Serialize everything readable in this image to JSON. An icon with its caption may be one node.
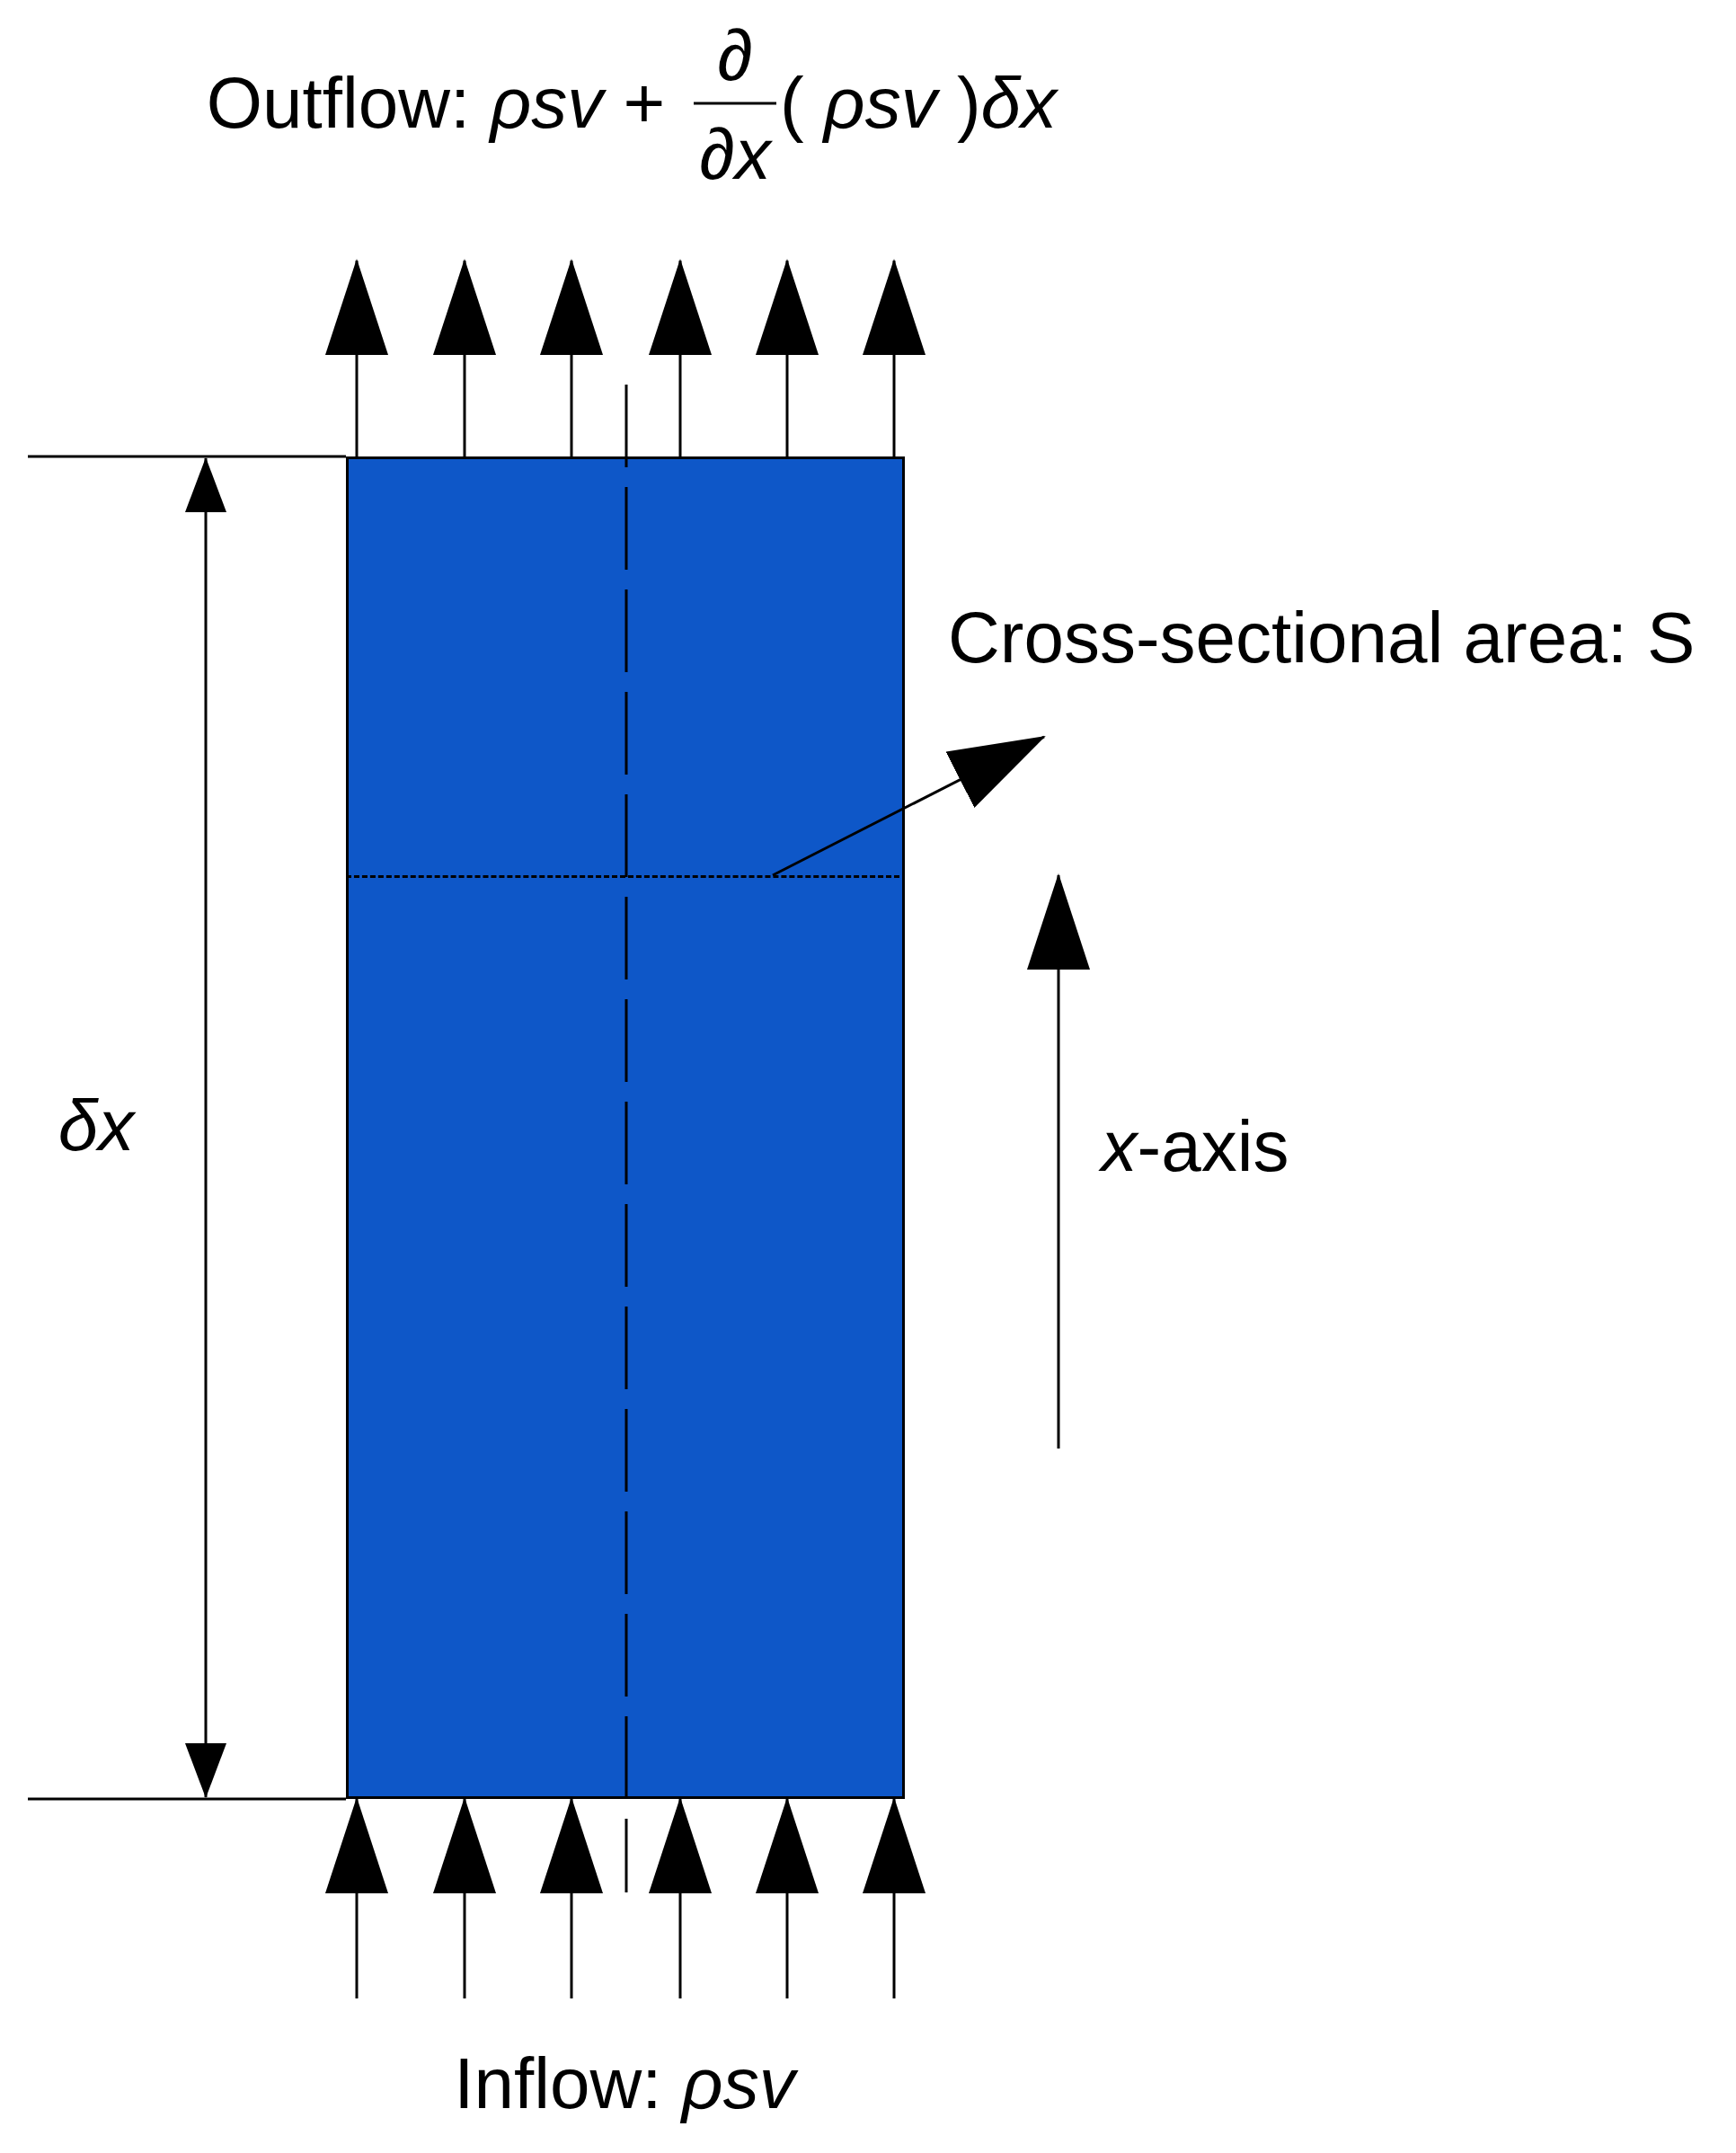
{
  "diagram": {
    "nodes": [
      {
        "text": [],
        "shape": "box"
      },
      {
        "text": [],
        "shape": "line",
        "in": 0
      },
      {
        "text": [
          "Cross-sectional area: S"
        ]
      }
    ],
    "edges": [
      {
        "from": 0,
        "to": null,
        "arrow": "to"
      },
      {
        "from": 0,
        "to": null,
        "arrow": "to"
      },
      {
        "from": 0,
        "to": null,
        "arrow": "to"
      },
      {
        "from": 0,
        "to": null,
        "arrow": "to"
      },
      {
        "from": 0,
        "to": null,
        "arrow": "to"
      },
      {
        "from": 0,
        "to": null,
        "arrow": "to"
      },
      {
        "from": null,
        "to": 0,
        "arrow": "to"
      },
      {
        "from": null,
        "to": 0,
        "arrow": "to"
      },
      {
        "from": null,
        "to": 0,
        "arrow": "to"
      },
      {
        "from": null,
        "to": 0,
        "arrow": "to"
      },
      {
        "from": null,
        "to": 0,
        "arrow": "to"
      },
      {
        "from": null,
        "to": 0,
        "arrow": "to"
      },
      {
        "from": 1,
        "to": 2,
        "arrow": "to"
      }
    ],
    "labels": [
      "Outflow: *ρsv* +",
      "∂",
      "∂x",
      "( *ρsv* )*δx*",
      "δx",
      "*x*-axis",
      "Inflow: *ρsv*"
    ]
  }
}
